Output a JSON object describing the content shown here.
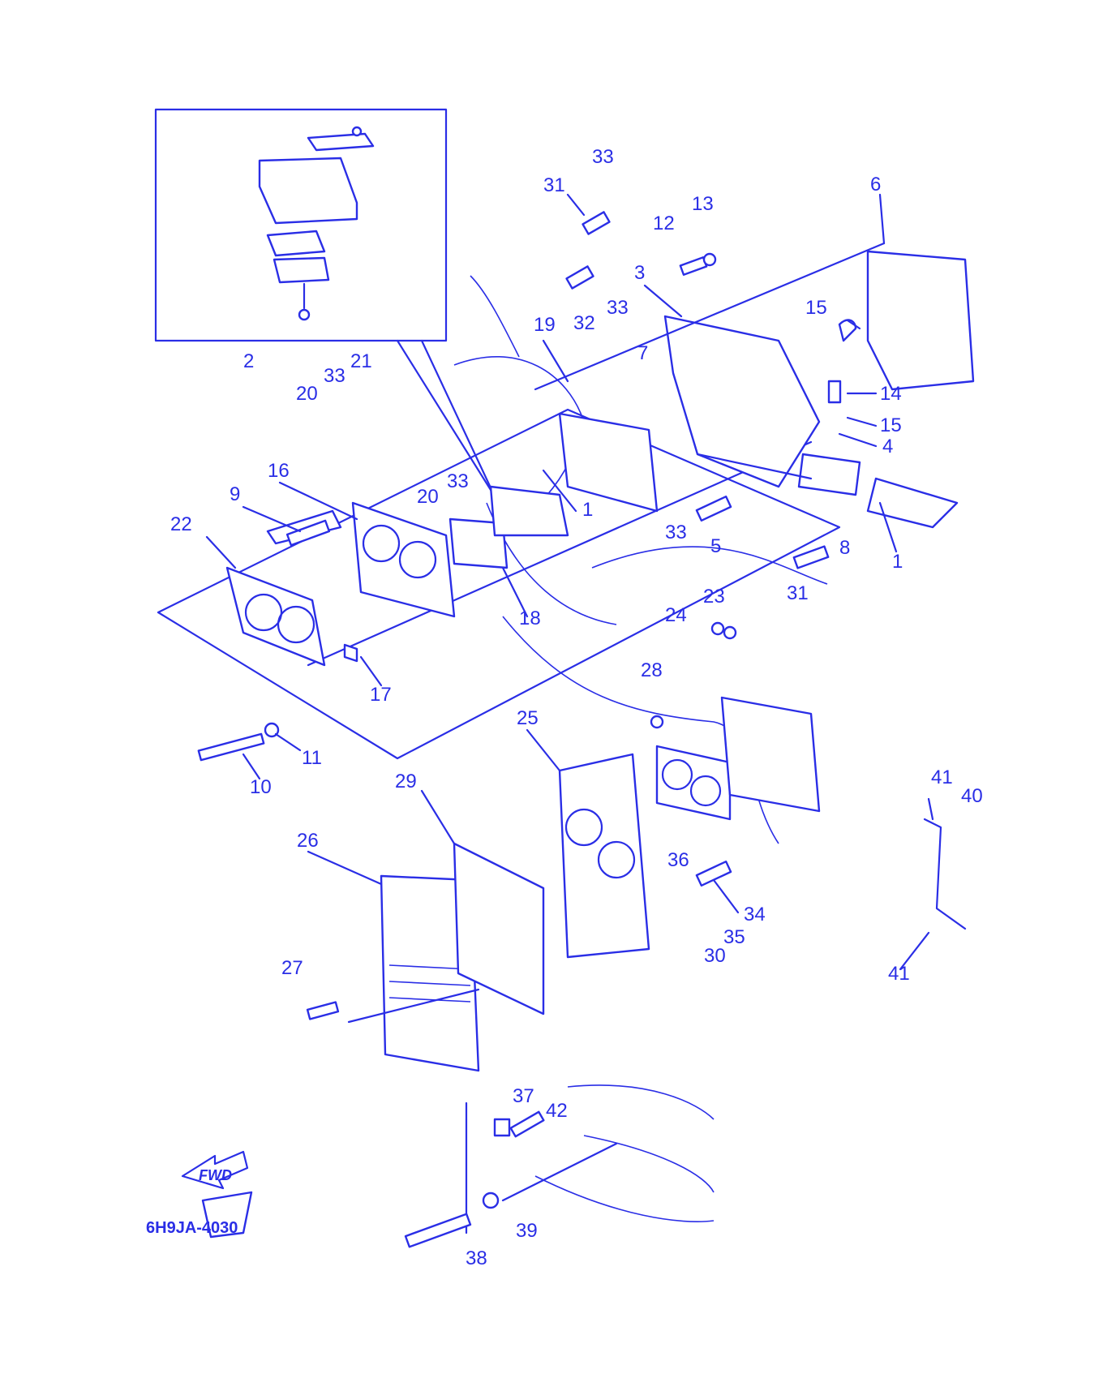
{
  "diagram": {
    "code": "6H9JA-4030",
    "direction": "FWD",
    "color": "#2a2ee6",
    "labels": [
      "1",
      "1",
      "2",
      "3",
      "4",
      "5",
      "6",
      "7",
      "8",
      "9",
      "10",
      "11",
      "12",
      "13",
      "14",
      "15",
      "15",
      "16",
      "17",
      "18",
      "19",
      "20",
      "20",
      "21",
      "22",
      "23",
      "24",
      "25",
      "26",
      "27",
      "28",
      "29",
      "30",
      "31",
      "31",
      "32",
      "33",
      "33",
      "33",
      "33",
      "33",
      "34",
      "35",
      "36",
      "37",
      "38",
      "39",
      "40",
      "41",
      "41",
      "42"
    ]
  }
}
